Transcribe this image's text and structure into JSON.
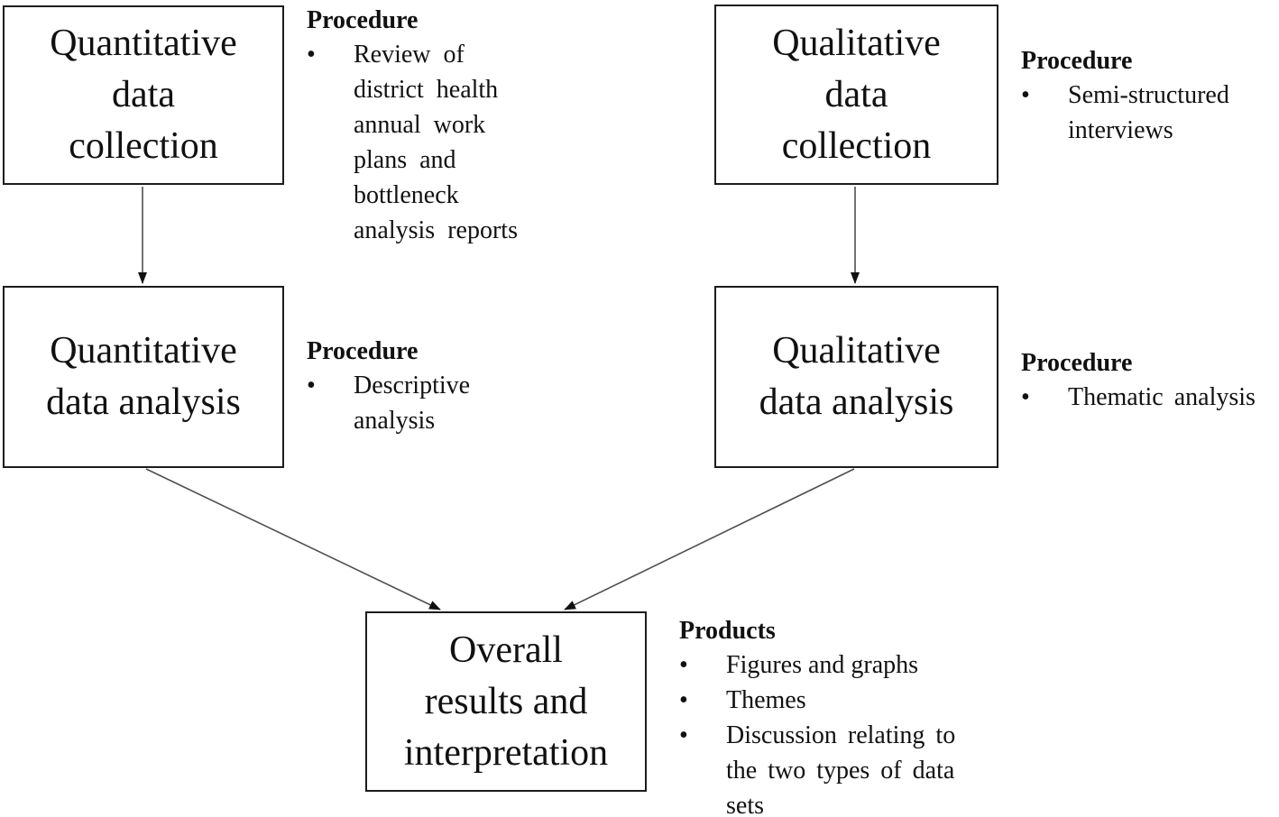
{
  "diagram": {
    "background_color": "#ffffff",
    "box_border_color": "#1c1c1c",
    "arrow_line_color": "#4f4f4f",
    "arrowhead_color": "#111111",
    "text_color": "#111111",
    "bullet_char": "•",
    "boxes": [
      {
        "id": "quantitative-data-collection",
        "label": "Quantitative\ndata\ncollection"
      },
      {
        "id": "qualitative-data-collection",
        "label": "Qualitative\ndata\ncollection"
      },
      {
        "id": "quantitative-data-analysis",
        "label": "Quantitative\ndata analysis"
      },
      {
        "id": "qualitative-data-analysis",
        "label": "Qualitative\ndata analysis"
      },
      {
        "id": "overall-results-interpretation",
        "label": "Overall\nresults and\ninterpretation"
      }
    ],
    "annotations": [
      {
        "id": "procedure-quantitative-collection",
        "heading": "Procedure",
        "bullets": [
          "Review of\ndistrict health\nannual work\nplans and\nbottleneck\nanalysis reports"
        ]
      },
      {
        "id": "procedure-qualitative-collection",
        "heading": "Procedure",
        "bullets": [
          "Semi-structured\ninterviews"
        ]
      },
      {
        "id": "procedure-quantitative-analysis",
        "heading": "Procedure",
        "bullets": [
          "Descriptive\nanalysis"
        ]
      },
      {
        "id": "procedure-qualitative-analysis",
        "heading": "Procedure",
        "bullets": [
          "Thematic analysis"
        ]
      },
      {
        "id": "products-overall",
        "heading": "Products",
        "bullets": [
          "Figures and graphs",
          "Themes",
          "Discussion relating to\nthe two types of data\nsets"
        ]
      }
    ]
  }
}
